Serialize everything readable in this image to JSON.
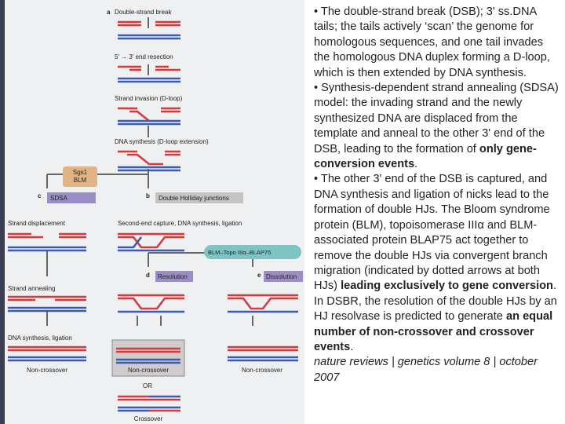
{
  "figure": {
    "panel_letters": {
      "a": "a",
      "b": "b",
      "c": "c",
      "d": "d",
      "e": "e"
    },
    "labels": {
      "dsb": "Double-strand break",
      "resection": "5′ → 3′ end resection",
      "invasion": "Strand invasion (D-loop)",
      "synthesis": "DNA synthesis (D-loop extension)",
      "sgs1": "Sgs1\nBLM",
      "sdsa": "SDSA",
      "dhj": "Double Holliday junctions",
      "displacement": "Strand displacement",
      "second_end": "Second-end capture, DNA synthesis, ligation",
      "complex": "BLM–Topo IIIα–BLAP75",
      "resolution": "Resolution",
      "dissolution": "Dissolution",
      "annealing": "Strand annealing",
      "synth_ligation": "DNA synthesis, ligation",
      "noncrossover": "Non-crossover",
      "or": "OR",
      "crossover": "Crossover"
    },
    "colors": {
      "red": "#d63a3a",
      "blue": "#3a5cb0",
      "purple": "#9b8ec6",
      "gray": "#c4c4c4",
      "tan": "#e0b484",
      "teal": "#7fc4c4"
    }
  },
  "notes": {
    "p1": "• The double-strand break (DSB); 3' ss.DNA tails; the tails actively ‘scan’ the genome for homologous sequences, and one tail invades the homologous DNA duplex forming a D-loop, which is then extended by DNA synthesis.",
    "p2a": "• Synthesis-dependent strand annealing (SDSA) model: the invading strand and the newly synthesized DNA are displaced from the template and anneal to the other 3' end of the DSB, leading to the formation of ",
    "p2b": "only gene-conversion events",
    "p2c": ".",
    "p3a": "• The other 3' end of the DSB is captured, and DNA synthesis and ligation of nicks lead to the formation of double HJs. The Bloom syndrome protein (BLM), topoisomerase IIIα and BLM-associated protein BLAP75 act together to remove the double HJs via convergent branch migration (indicated by dotted arrows at both HJs) ",
    "p3b": "leading exclusively to gene conversion",
    "p3c": ".",
    "p4a": "In DSBR, the resolution of the double HJs by an HJ resolvase is predicted to generate ",
    "p4b": "an equal number of non-crossover and crossover events",
    "p4c": ".",
    "citation": "nature reviews | genetics volume 8 | october 2007"
  }
}
